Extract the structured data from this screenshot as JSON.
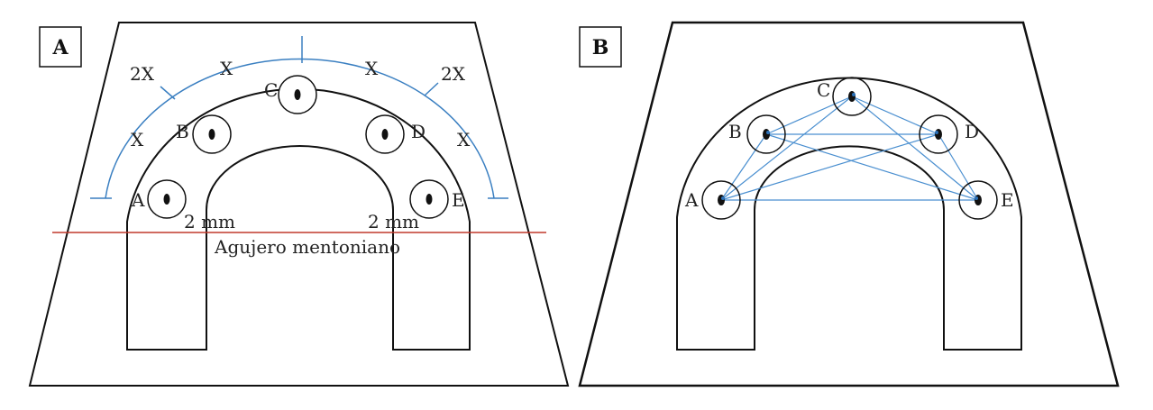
{
  "panel_a": {
    "label": "A",
    "implants": [
      {
        "letter": "A"
      },
      {
        "letter": "B"
      },
      {
        "letter": "C"
      },
      {
        "letter": "D"
      },
      {
        "letter": "E"
      }
    ],
    "spacing_labels": {
      "left_outer": "2X",
      "left_top": "X",
      "left_mid": "X",
      "right_top": "X",
      "right_outer": "2X",
      "right_mid": "X"
    },
    "margin_left": "2 mm",
    "margin_right": "2 mm",
    "nerve_label": "Agujero mentoniano"
  },
  "panel_b": {
    "label": "B",
    "implants": [
      {
        "letter": "A"
      },
      {
        "letter": "B"
      },
      {
        "letter": "C"
      },
      {
        "letter": "D"
      },
      {
        "letter": "E"
      }
    ]
  },
  "colors": {
    "outline": "#111111",
    "arc": "#3a7fc1",
    "connect_lines": "#4a8fd0",
    "foramen_line": "#c0392b",
    "implant_dot": "#111111",
    "implant_dot_b": "#2a70b8"
  }
}
